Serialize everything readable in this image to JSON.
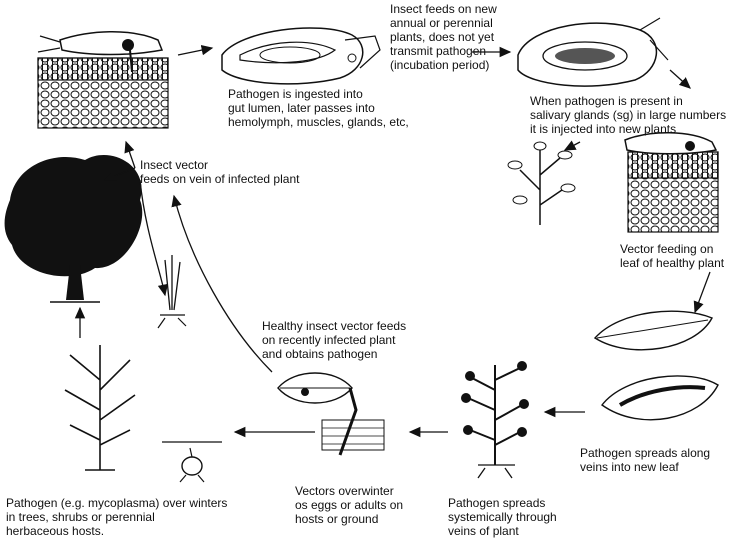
{
  "captions": {
    "ingested": [
      "Pathogen is ingested into",
      "gut lumen, later passes into",
      "hemolymph, muscles, glands, etc,"
    ],
    "new_plants": [
      "Insect feeds on new",
      "annual or perennial",
      "plants, does not yet",
      "transmit pathogen",
      "(incubation period)"
    ],
    "salivary": [
      "When pathogen is present in",
      "salivary glands (sg) in large numbers",
      "it is injected into new plants"
    ],
    "infected_vein": [
      "Insect vector",
      "feeds on vein of infected plant"
    ],
    "healthy_leaf": [
      "Vector feeding on",
      "leaf of healthy plant"
    ],
    "obtains": [
      "Healthy insect vector feeds",
      "on recently infected plant",
      "and obtains pathogen"
    ],
    "spreads_leaf": [
      "Pathogen spreads along",
      "veins into new leaf"
    ],
    "overwinter_hosts": [
      "Pathogen (e.g. mycoplasma) over winters",
      "in trees, shrubs or perennial",
      "herbaceous hosts."
    ],
    "overwinter_eggs": [
      "Vectors overwinter",
      "os eggs or adults on",
      "hosts or ground"
    ],
    "systemic": [
      "Pathogen spreads",
      "systemically through",
      "veins of plant"
    ]
  },
  "colors": {
    "ink": "#111111",
    "background": "#ffffff"
  }
}
